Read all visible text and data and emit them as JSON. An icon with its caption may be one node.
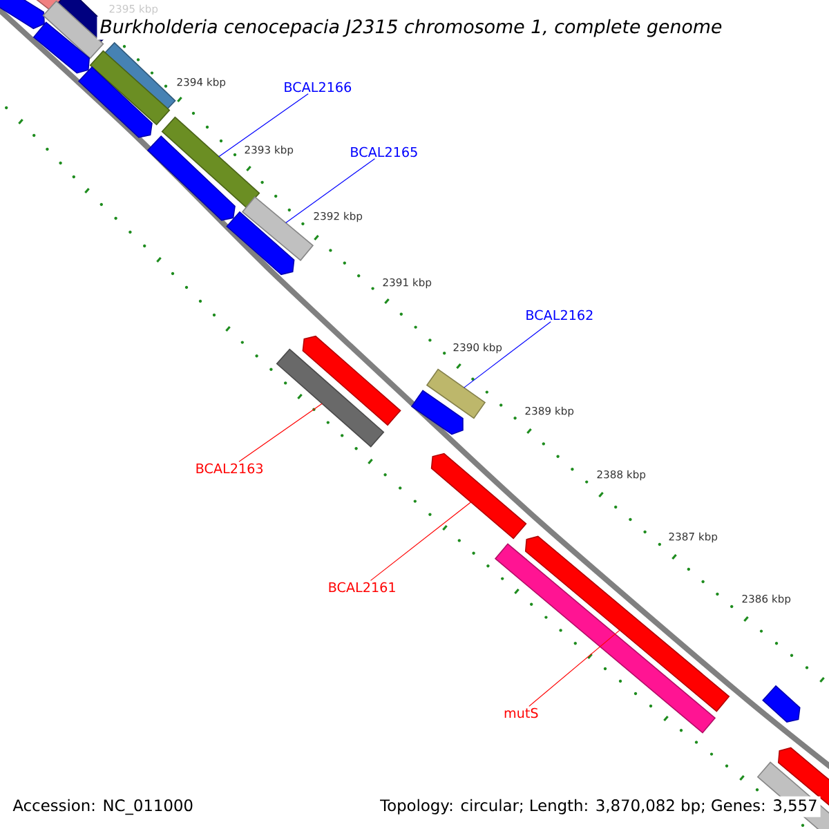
{
  "diagram": {
    "title": "*Burkholderia cenocepacia* J2315 chromosome 1, complete genome",
    "nodes": [
      {
        "text": [
          "BCAL2166"
        ]
      },
      {
        "text": [
          "BCAL2165"
        ]
      },
      {
        "text": [
          "BCAL2162"
        ]
      },
      {
        "text": [
          "BCAL2163"
        ]
      },
      {
        "text": [
          "BCAL2161"
        ]
      },
      {
        "text": [
          "mutS"
        ]
      },
      {
        "text": [],
        "shape": "bar"
      },
      {
        "text": [],
        "shape": "bar"
      },
      {
        "text": [],
        "shape": "bar"
      },
      {
        "text": [],
        "shape": "bar"
      },
      {
        "text": [],
        "shape": "arrow"
      },
      {
        "text": [],
        "shape": "arrow"
      }
    ],
    "edges": [
      {
        "from": 0,
        "to": 6,
        "arrow": "none",
        "color": "#0000ff"
      },
      {
        "from": 1,
        "to": 7,
        "arrow": "none",
        "color": "#0000ff"
      },
      {
        "from": 2,
        "to": 8,
        "arrow": "none",
        "color": "#0000ff"
      },
      {
        "from": 3,
        "to": 9,
        "arrow": "none",
        "color": "#ff0000"
      },
      {
        "from": 4,
        "to": 10,
        "arrow": "none",
        "color": "#ff0000"
      },
      {
        "from": 5,
        "to": 11,
        "arrow": "none",
        "color": "#ff0000"
      }
    ],
    "labels": [
      "2395 kbp",
      "2394 kbp",
      "2393 kbp",
      "2392 kbp",
      "2391 kbp",
      "2390 kbp",
      "2389 kbp",
      "2388 kbp",
      "2387 kbp",
      "2386 kbp",
      "Accession: NC_011000",
      "Topology: circular; Length: 3,870,082 bp; Genes: 3,557"
    ]
  }
}
